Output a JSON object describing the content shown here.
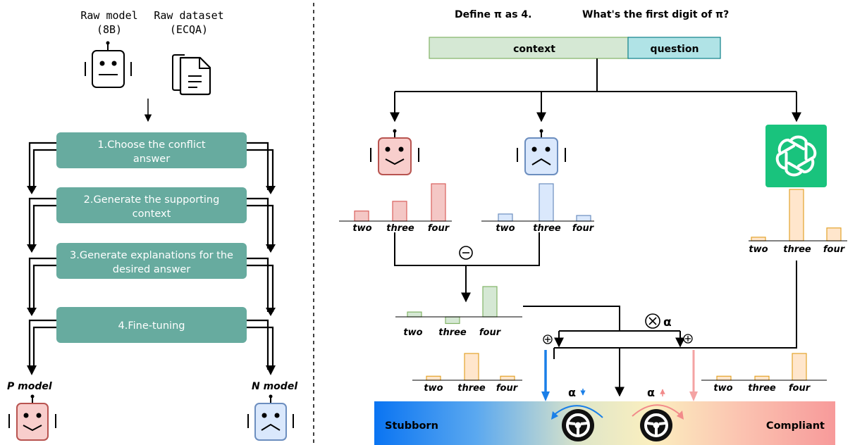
{
  "left": {
    "raw_model_label": "Raw model",
    "raw_model_sub": "(8B)",
    "raw_dataset_label": "Raw dataset",
    "raw_dataset_sub": "(ECQA)",
    "steps": [
      {
        "line1": "1.Choose the conflict",
        "line2": "answer"
      },
      {
        "line1": "2.Generate the supporting",
        "line2": "context"
      },
      {
        "line1": "3.Generate  explanations for the",
        "line2": "desired answer"
      },
      {
        "line1": "4.Fine-tuning",
        "line2": ""
      }
    ],
    "p_model_label": "P model",
    "n_model_label": "N model"
  },
  "right": {
    "context_sentence": "Define π  as 4.",
    "question_sentence": "What's the first digit of π?",
    "context_label": "context",
    "question_label": "question",
    "minus_symbol": "⊖",
    "times_symbol": "⊗",
    "alpha": "α",
    "plus_symbol": "⊕",
    "stubborn_label": "Stubborn",
    "compliant_label": "Compliant",
    "bar_labels": [
      "two",
      "three",
      "four"
    ]
  },
  "chart_data": [
    {
      "type": "bar",
      "name": "p-model-dist",
      "categories": [
        "two",
        "three",
        "four"
      ],
      "values": [
        0.27,
        0.53,
        1.0
      ],
      "color": "#f4c7c5",
      "stroke": "#d9605c"
    },
    {
      "type": "bar",
      "name": "n-model-dist",
      "categories": [
        "two",
        "three",
        "four"
      ],
      "values": [
        0.19,
        1.0,
        0.15
      ],
      "color": "#dae8fc",
      "stroke": "#6c8ebf"
    },
    {
      "type": "bar",
      "name": "gpt-dist",
      "categories": [
        "two",
        "three",
        "four"
      ],
      "values": [
        0.07,
        1.0,
        0.25
      ],
      "color": "#ffe6cc",
      "stroke": "#e3a32b"
    },
    {
      "type": "bar",
      "name": "difference-dist",
      "categories": [
        "two",
        "three",
        "four"
      ],
      "values": [
        0.16,
        -0.22,
        1.0
      ],
      "color": "#d5e8d4",
      "stroke": "#82b366"
    },
    {
      "type": "bar",
      "name": "stubborn-output-dist",
      "categories": [
        "two",
        "three",
        "four"
      ],
      "values": [
        0.15,
        1.0,
        0.15
      ],
      "color": "#ffe6cc",
      "stroke": "#e3a32b"
    },
    {
      "type": "bar",
      "name": "compliant-output-dist",
      "categories": [
        "two",
        "three",
        "four"
      ],
      "values": [
        0.15,
        0.15,
        1.0
      ],
      "color": "#ffe6cc",
      "stroke": "#e3a32b"
    }
  ]
}
